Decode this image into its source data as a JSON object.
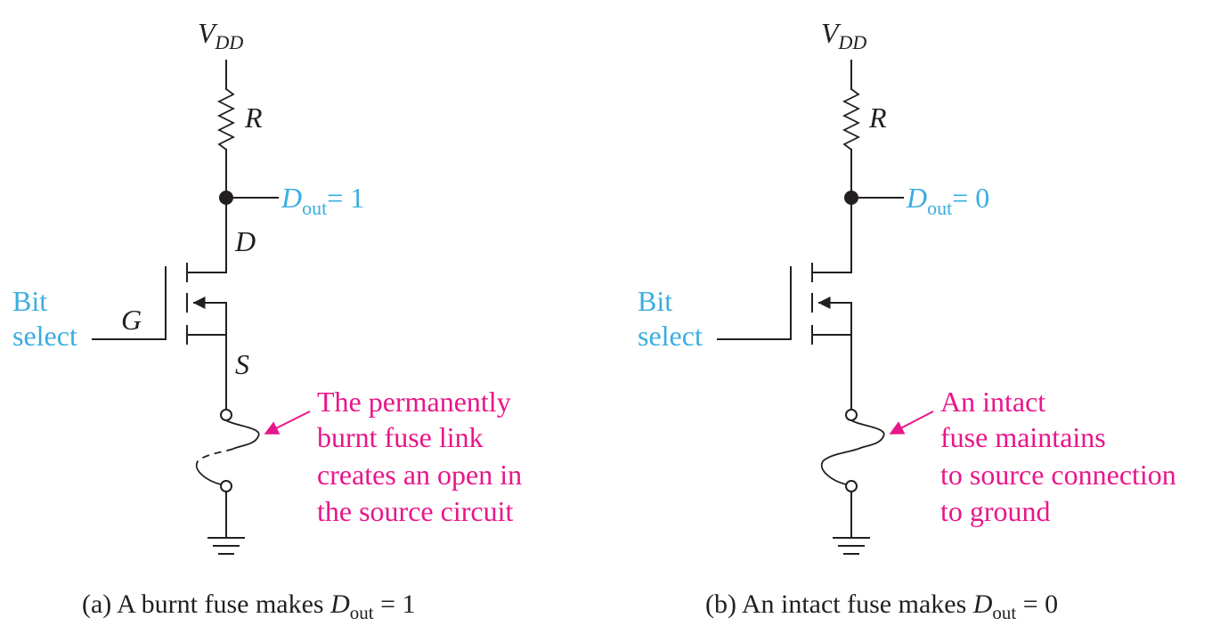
{
  "panels": [
    {
      "id": "a",
      "supply_main": "V",
      "supply_sub": "DD",
      "resistor": "R",
      "output_main": "D",
      "output_sub": "out",
      "output_value": "= 1",
      "drain": "D",
      "gate": "G",
      "source": "S",
      "bit_select_line1": "Bit",
      "bit_select_line2": "select",
      "fuse_state": "burnt",
      "annotation": [
        "The permanently",
        "burnt fuse link",
        "creates an open in",
        "the source circuit"
      ],
      "caption_prefix": "(a) A burnt fuse makes ",
      "caption_main": "D",
      "caption_sub": "out",
      "caption_suffix": " = 1"
    },
    {
      "id": "b",
      "supply_main": "V",
      "supply_sub": "DD",
      "resistor": "R",
      "output_main": "D",
      "output_sub": "out",
      "output_value": "= 0",
      "bit_select_line1": "Bit",
      "bit_select_line2": "select",
      "fuse_state": "intact",
      "annotation": [
        "An intact",
        "fuse maintains",
        "to source connection",
        "to ground"
      ],
      "caption_prefix": "(b) An intact fuse makes ",
      "caption_main": "D",
      "caption_sub": "out",
      "caption_suffix": " = 0"
    }
  ],
  "colors": {
    "wire": "#231f20",
    "label_blue": "#3aaee0",
    "annotation_pink": "#e8168a"
  }
}
